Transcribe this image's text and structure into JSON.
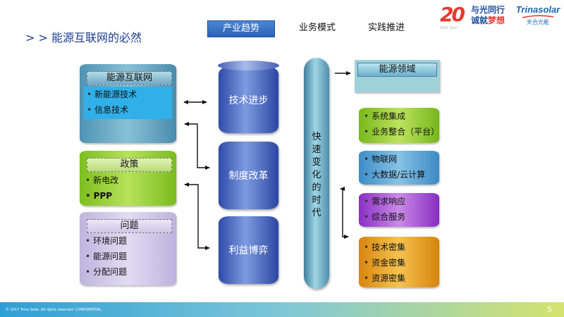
{
  "header": {
    "title": "> > 能源互联网的必然",
    "tabs": [
      {
        "label": "产业趋势"
      },
      {
        "label": "业务模式"
      },
      {
        "label": "实践推进"
      }
    ]
  },
  "logos": {
    "anniversary_number": "20",
    "slogan_line1": "与光同行",
    "slogan_line2a": "诚就",
    "slogan_line2b": "梦想",
    "anniversary_sub": "1997-2017",
    "brand_name": "Trinasolar",
    "brand_cn": "天合光能"
  },
  "left_groups": [
    {
      "title": "能源互联网",
      "items": [
        "新能源技术",
        "信息技术"
      ]
    },
    {
      "title": "政策",
      "items": [
        "新电改",
        "PPP"
      ]
    },
    {
      "title": "问题",
      "items": [
        "环境问题",
        "能源问题",
        "分配问题"
      ]
    }
  ],
  "center_stack": [
    {
      "label": "技术进步"
    },
    {
      "label": "制度改革"
    },
    {
      "label": "利益博弈"
    }
  ],
  "pillar": {
    "label": "快速变化的时代",
    "chars": [
      "快",
      "速",
      "变",
      "化",
      "的",
      "时",
      "代"
    ]
  },
  "right": {
    "title": "能源领域",
    "groups": [
      {
        "items": [
          "系统集成",
          "业务整合（平台）"
        ]
      },
      {
        "items": [
          "物联网",
          "大数据/云计算"
        ]
      },
      {
        "items": [
          "需求响应",
          "综合服务"
        ]
      },
      {
        "items": [
          "技术密集",
          "资金密集",
          "资源密集"
        ]
      }
    ]
  },
  "footer": {
    "copyright": "© 2017 Trina Solar. All rights reserved. CONFIDENTIAL",
    "page": "5"
  }
}
